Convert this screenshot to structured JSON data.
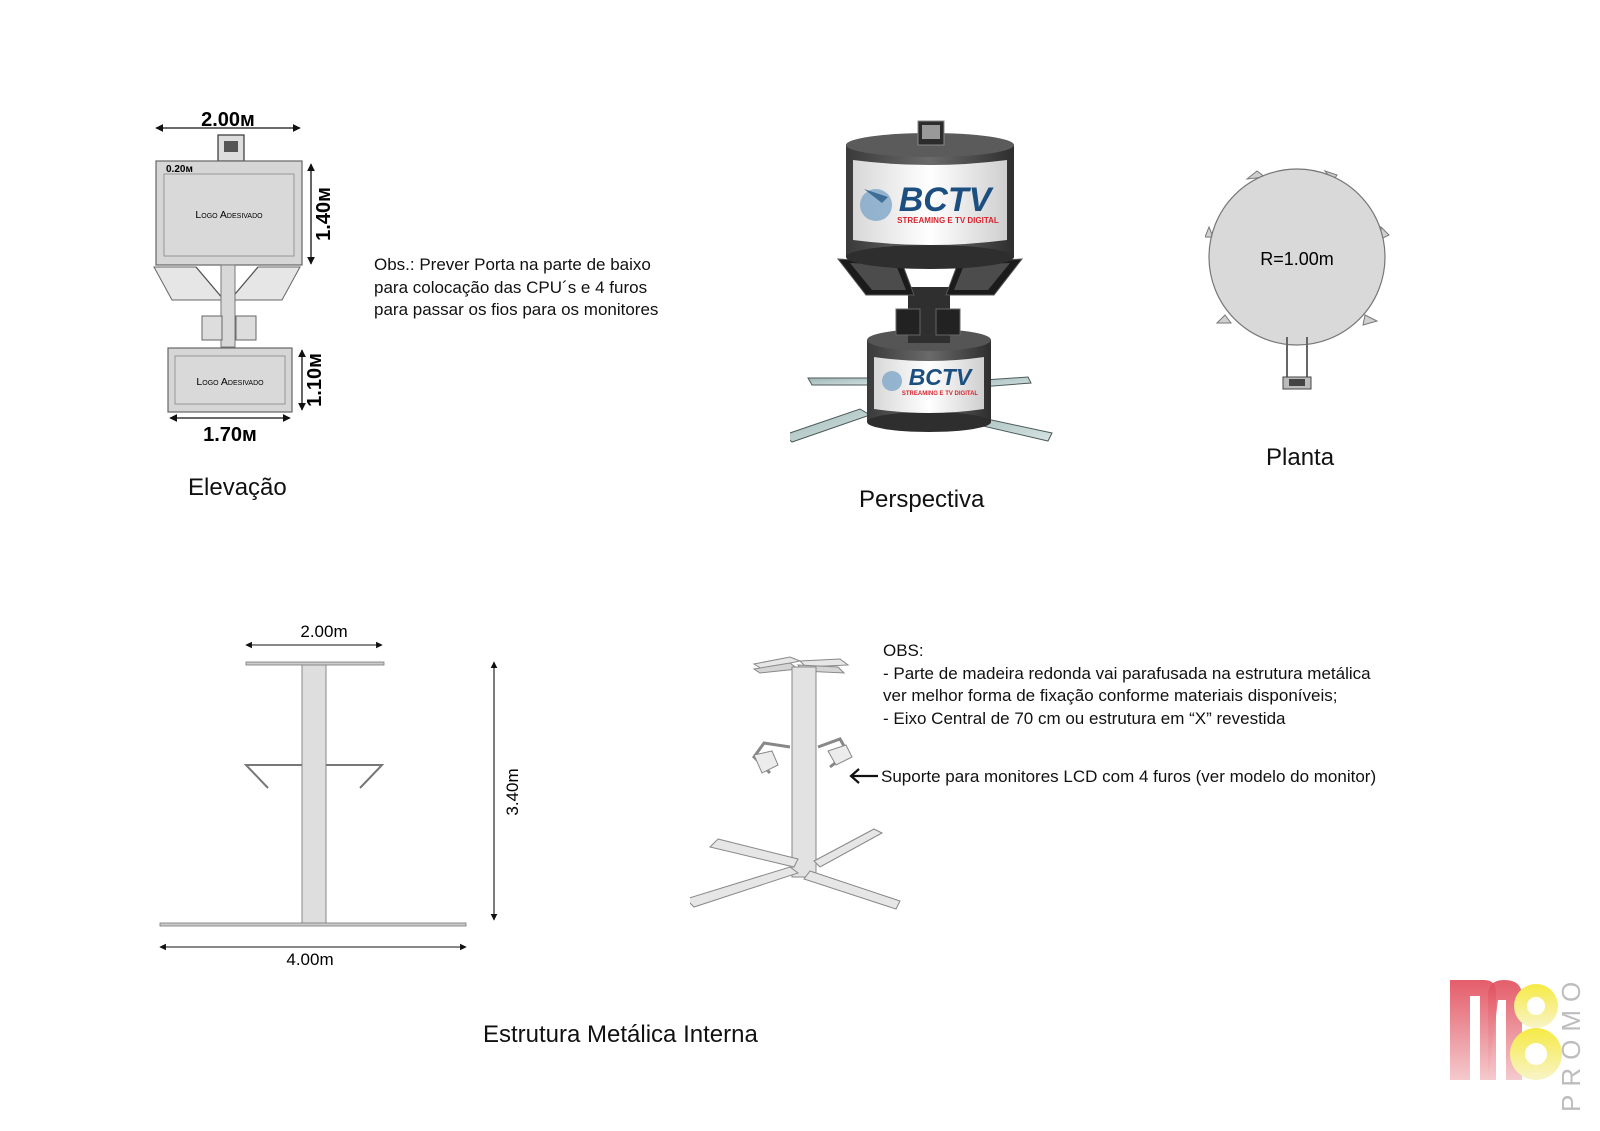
{
  "elevation": {
    "dim_top_width": "2.00м",
    "dim_small_gap": "0.20м",
    "dim_upper_height": "1.40м",
    "dim_lower_height": "1.10м",
    "dim_bottom_width": "1.70м",
    "logo_upper": "Logo Adesivado",
    "logo_lower": "Logo Adesivado",
    "caption": "Elevação"
  },
  "obs_top": {
    "line1": "Obs.: Prever Porta na parte de baixo",
    "line2": "para colocação das CPU´s e 4 furos",
    "line3": "para passar os fios para os monitores"
  },
  "perspective": {
    "brand": "BCTV",
    "brand_sub": "STREAMING E TV DIGITAL",
    "brand_lower": "BCTV",
    "brand_lower_sub": "STREAMING E TV DIGITAL",
    "caption": "Perspectiva",
    "brand_color": "#1c4f80",
    "accent_color": "#d9242f"
  },
  "plan": {
    "radius_label": "R=1.00m",
    "caption": "Planta"
  },
  "structure": {
    "dim_top_width": "2.00m",
    "dim_height": "3.40m",
    "dim_base_width": "4.00m",
    "caption": "Estrutura Metálica Interna"
  },
  "obs_bottom": {
    "title": "OBS:",
    "line1": "- Parte de madeira redonda vai parafusada na estrutura metálica",
    "line2": "ver melhor forma de fixação conforme materiais disponíveis;",
    "line3": "- Eixo Central de 70 cm ou estrutura em “X” revestida",
    "support_note": "Suporte para monitores LCD com 4 furos (ver modelo do monitor)"
  },
  "logo": {
    "mark": "m8",
    "vertical_text": "PROMO"
  }
}
